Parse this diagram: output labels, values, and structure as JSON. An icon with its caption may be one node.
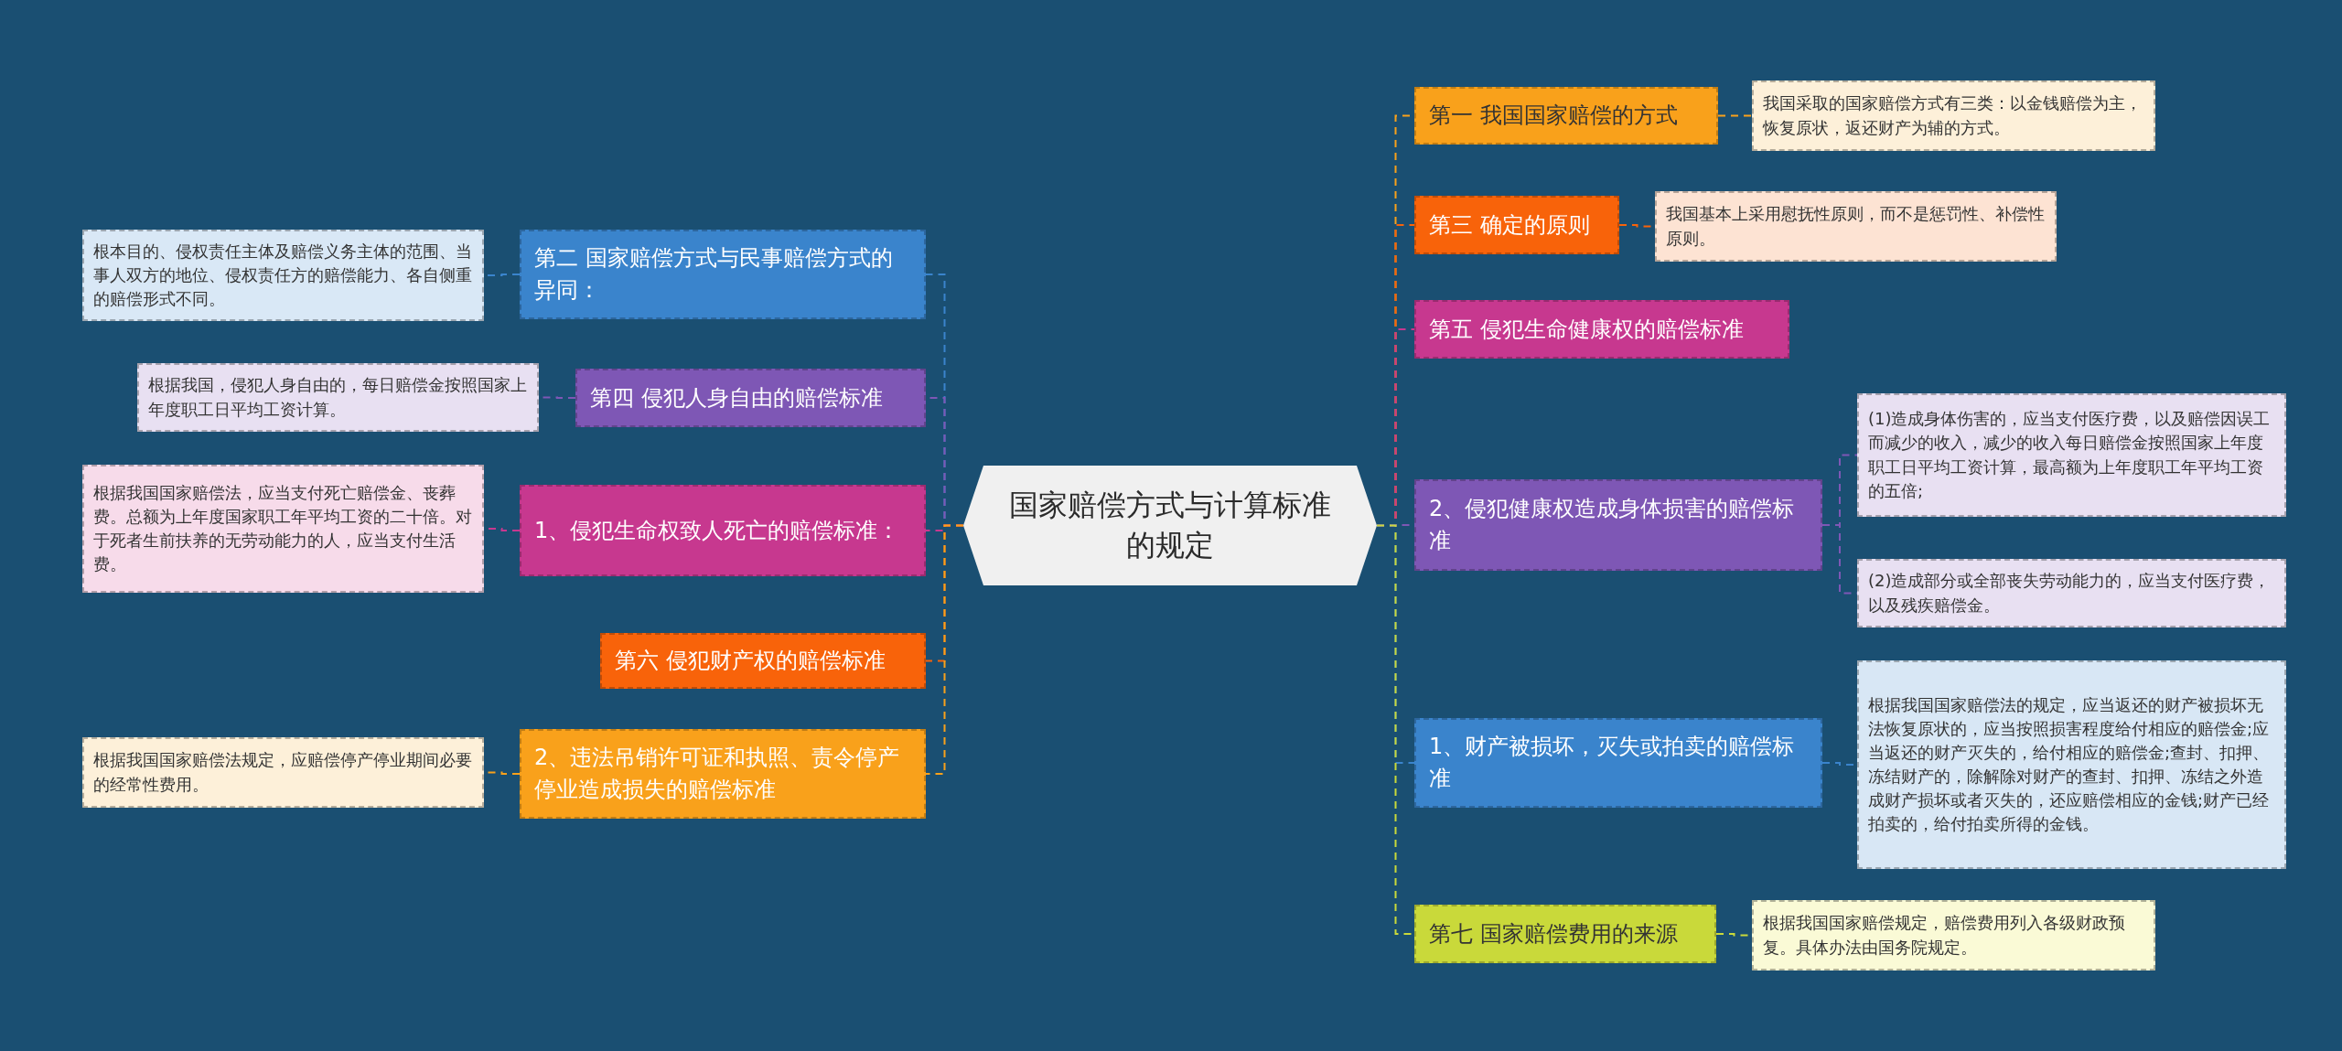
{
  "diagram": {
    "nodes": [
      {
        "text": [
          "国家赔偿方式与计算标准的规定"
        ]
      },
      {
        "text": [
          "第二 国家赔偿方式与民事赔偿方式的异同："
        ]
      },
      {
        "text": [
          "根本目的、侵权责任主体及赔偿义务主体的范围、当事人双方的地位、侵权责任方的赔偿能力、各自侧重的赔偿形式不同。"
        ]
      },
      {
        "text": [
          "第四 侵犯人身自由的赔偿标准"
        ]
      },
      {
        "text": [
          "根据我国，侵犯人身自由的，每日赔偿金按照国家上年度职工日平均工资计算。"
        ]
      },
      {
        "text": [
          "1、侵犯生命权致人死亡的赔偿标准："
        ]
      },
      {
        "text": [
          "根据我国国家赔偿法，应当支付死亡赔偿金、丧葬费。总额为上年度国家职工年平均工资的二十倍。对于死者生前扶养的无劳动能力的人，应当支付生活费。"
        ]
      },
      {
        "text": [
          "第六 侵犯财产权的赔偿标准"
        ]
      },
      {
        "text": [
          "2、违法吊销许可证和执照、责令停产停业造成损失的赔偿标准"
        ]
      },
      {
        "text": [
          "根据我国国家赔偿法规定，应赔偿停产停业期间必要的经常性费用。"
        ]
      },
      {
        "text": [
          "第一 我国国家赔偿的方式"
        ]
      },
      {
        "text": [
          "我国采取的国家赔偿方式有三类：以金钱赔偿为主，恢复原状，返还财产为辅的方式。"
        ]
      },
      {
        "text": [
          "第三 确定的原则"
        ]
      },
      {
        "text": [
          "我国基本上采用慰抚性原则，而不是惩罚性、补偿性原则。"
        ]
      },
      {
        "text": [
          "第五 侵犯生命健康权的赔偿标准"
        ]
      },
      {
        "text": [
          "2、侵犯健康权造成身体损害的赔偿标准"
        ]
      },
      {
        "text": [
          "(1)造成身体伤害的，应当支付医疗费，以及赔偿因误工而减少的收入，减少的收入每日赔偿金按照国家上年度职工日平均工资计算，最高额为上年度职工年平均工资的五倍;"
        ]
      },
      {
        "text": [
          "(2)造成部分或全部丧失劳动能力的，应当支付医疗费，以及残疾赔偿金。"
        ]
      },
      {
        "text": [
          "1、财产被损坏，灭失或拍卖的赔偿标准"
        ]
      },
      {
        "text": [
          "根据我国国家赔偿法的规定，应当返还的财产被损坏无法恢复原状的，应当按照损害程度给付相应的赔偿金;应当返还的财产灭失的，给付相应的赔偿金;查封、扣押、冻结财产的，除解除对财产的查封、扣押、冻结之外造成财产损坏或者灭失的，还应赔偿相应的金钱;财产已经拍卖的，给付拍卖所得的金钱。"
        ]
      },
      {
        "text": [
          "第七 国家赔偿费用的来源"
        ]
      },
      {
        "text": [
          "根据我国国家赔偿规定，赔偿费用列入各级财政预复。具体办法由国务院规定。"
        ]
      }
    ],
    "edges": [
      {
        "from": 0,
        "to": 1,
        "arrow": "none",
        "style": "dashed",
        "color": "#3a84cc"
      },
      {
        "from": 1,
        "to": 2,
        "arrow": "none",
        "style": "dashed",
        "color": "#3a84cc"
      },
      {
        "from": 0,
        "to": 3,
        "arrow": "none",
        "style": "dashed",
        "color": "#7e57b5"
      },
      {
        "from": 3,
        "to": 4,
        "arrow": "none",
        "style": "dashed",
        "color": "#7e57b5"
      },
      {
        "from": 0,
        "to": 5,
        "arrow": "none",
        "style": "dashed",
        "color": "#c7388f"
      },
      {
        "from": 5,
        "to": 6,
        "arrow": "none",
        "style": "dashed",
        "color": "#c7388f"
      },
      {
        "from": 0,
        "to": 7,
        "arrow": "none",
        "style": "dashed",
        "color": "#f8630a"
      },
      {
        "from": 0,
        "to": 8,
        "arrow": "none",
        "style": "dashed",
        "color": "#f9a11b"
      },
      {
        "from": 8,
        "to": 9,
        "arrow": "none",
        "style": "dashed",
        "color": "#f9a11b"
      },
      {
        "from": 0,
        "to": 10,
        "arrow": "none",
        "style": "dashed",
        "color": "#f9a11b"
      },
      {
        "from": 10,
        "to": 11,
        "arrow": "none",
        "style": "dashed",
        "color": "#f9a11b"
      },
      {
        "from": 0,
        "to": 12,
        "arrow": "none",
        "style": "dashed",
        "color": "#f8630a"
      },
      {
        "from": 12,
        "to": 13,
        "arrow": "none",
        "style": "dashed",
        "color": "#f8630a"
      },
      {
        "from": 0,
        "to": 14,
        "arrow": "none",
        "style": "dashed",
        "color": "#c7388f"
      },
      {
        "from": 0,
        "to": 15,
        "arrow": "none",
        "style": "dashed",
        "color": "#7e57b5"
      },
      {
        "from": 15,
        "to": 16,
        "arrow": "none",
        "style": "dashed",
        "color": "#7e57b5"
      },
      {
        "from": 15,
        "to": 17,
        "arrow": "none",
        "style": "dashed",
        "color": "#7e57b5"
      },
      {
        "from": 0,
        "to": 18,
        "arrow": "none",
        "style": "dashed",
        "color": "#3a84cc"
      },
      {
        "from": 18,
        "to": 19,
        "arrow": "none",
        "style": "dashed",
        "color": "#3a84cc"
      },
      {
        "from": 0,
        "to": 20,
        "arrow": "none",
        "style": "dashed",
        "color": "#c9d93a"
      },
      {
        "from": 20,
        "to": 21,
        "arrow": "none",
        "style": "dashed",
        "color": "#c9d93a"
      }
    ]
  }
}
